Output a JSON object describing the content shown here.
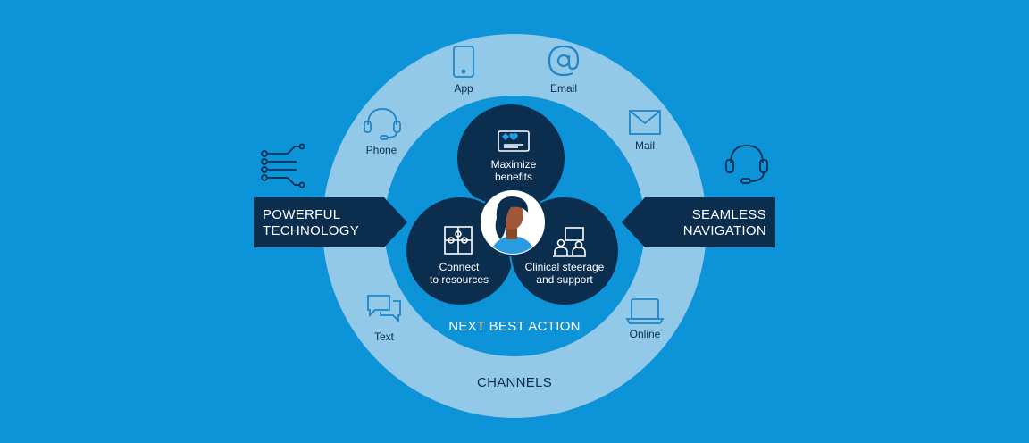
{
  "colors": {
    "background": "#0c93d8",
    "outer_ring": "#92c8e8",
    "inner_disc": "#0c93d8",
    "navy": "#0b2e4f",
    "icon_blue": "#1f86c8",
    "accent": "#2a9be0"
  },
  "channels": {
    "title": "CHANNELS",
    "items": [
      {
        "label": "App",
        "icon": "smartphone-icon"
      },
      {
        "label": "Email",
        "icon": "at-sign-icon"
      },
      {
        "label": "Mail",
        "icon": "envelope-icon"
      },
      {
        "label": "Phone",
        "icon": "headset-icon"
      },
      {
        "label": "Text",
        "icon": "chat-bubbles-icon"
      },
      {
        "label": "Online",
        "icon": "laptop-icon"
      }
    ]
  },
  "next_best_action": {
    "title": "NEXT BEST ACTION",
    "center_icon": "person-avatar-icon",
    "circles": [
      {
        "line1": "Maximize",
        "line2": "benefits",
        "icon": "benefits-card-icon"
      },
      {
        "line1": "Connect",
        "line2": "to resources",
        "icon": "puzzle-icon"
      },
      {
        "line1": "Clinical steerage",
        "line2": "and support",
        "icon": "consultation-icon"
      }
    ]
  },
  "left_banner": {
    "line1": "POWERFUL",
    "line2": "TECHNOLOGY",
    "icon": "circuit-icon"
  },
  "right_banner": {
    "line1": "SEAMLESS",
    "line2": "NAVIGATION",
    "icon": "headset-icon"
  }
}
